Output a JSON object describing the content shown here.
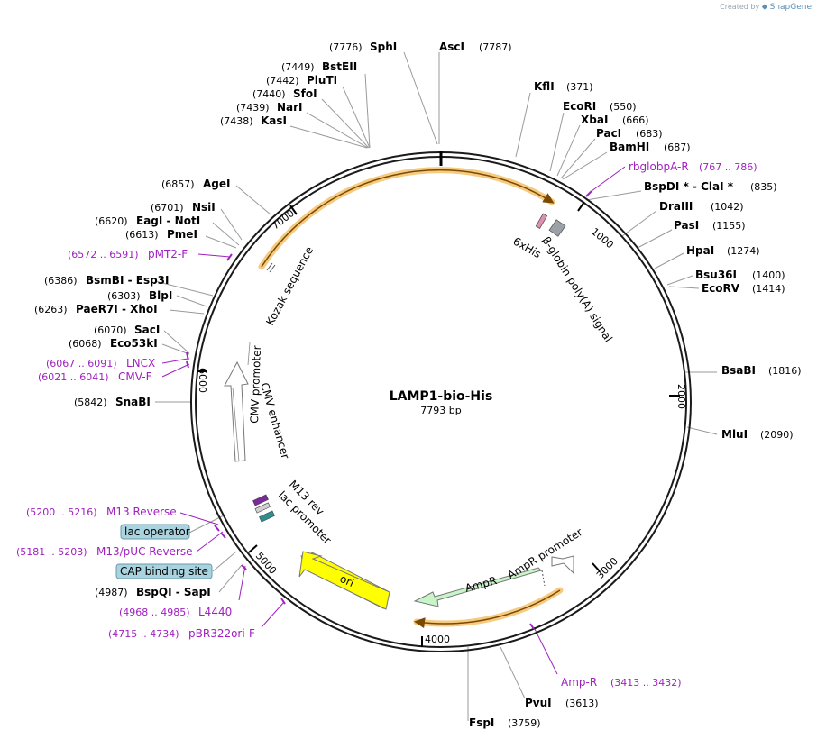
{
  "header": {
    "credit_prefix": "Created by",
    "credit_brand": "SnapGene"
  },
  "plasmid": {
    "name": "LAMP1-bio-His",
    "length_label": "7793 bp"
  },
  "ticks": [
    "1000",
    "2000",
    "3000",
    "4000",
    "5000",
    "6000",
    "7000"
  ],
  "enzymes": [
    {
      "name": "SphI",
      "pos": "(7776)"
    },
    {
      "name": "AscI",
      "pos": "(7787)"
    },
    {
      "name": "BstEII",
      "pos": "(7449)"
    },
    {
      "name": "PluTI",
      "pos": "(7442)"
    },
    {
      "name": "SfoI",
      "pos": "(7440)"
    },
    {
      "name": "NarI",
      "pos": "(7439)"
    },
    {
      "name": "KasI",
      "pos": "(7438)"
    },
    {
      "name": "KflI",
      "pos": "(371)"
    },
    {
      "name": "EcoRI",
      "pos": "(550)"
    },
    {
      "name": "XbaI",
      "pos": "(666)"
    },
    {
      "name": "PacI",
      "pos": "(683)"
    },
    {
      "name": "BamHI",
      "pos": "(687)"
    },
    {
      "name": "BspDI *  -  ClaI *",
      "pos": "(835)"
    },
    {
      "name": "DraIII",
      "pos": "(1042)"
    },
    {
      "name": "PasI",
      "pos": "(1155)"
    },
    {
      "name": "HpaI",
      "pos": "(1274)"
    },
    {
      "name": "Bsu36I",
      "pos": "(1400)"
    },
    {
      "name": "EcoRV",
      "pos": "(1414)"
    },
    {
      "name": "BsaBI",
      "pos": "(1816)"
    },
    {
      "name": "MluI",
      "pos": "(2090)"
    },
    {
      "name": "PvuI",
      "pos": "(3613)"
    },
    {
      "name": "FspI",
      "pos": "(3759)"
    },
    {
      "name": "AgeI",
      "pos": "(6857)"
    },
    {
      "name": "NsiI",
      "pos": "(6701)"
    },
    {
      "name": "EagI  -  NotI",
      "pos": "(6620)"
    },
    {
      "name": "PmeI",
      "pos": "(6613)"
    },
    {
      "name": "BsmBI  -  Esp3I",
      "pos": "(6386)"
    },
    {
      "name": "BlpI",
      "pos": "(6303)"
    },
    {
      "name": "PaeR7I  -  XhoI",
      "pos": "(6263)"
    },
    {
      "name": "SacI",
      "pos": "(6070)"
    },
    {
      "name": "Eco53kI",
      "pos": "(6068)"
    },
    {
      "name": "SnaBI",
      "pos": "(5842)"
    },
    {
      "name": "BspQI  -  SapI",
      "pos": "(4987)"
    }
  ],
  "primers": [
    {
      "name": "rbglobpA-R",
      "range": "(767 .. 786)"
    },
    {
      "name": "pMT2-F",
      "range": "(6572 .. 6591)"
    },
    {
      "name": "LNCX",
      "range": "(6067 .. 6091)"
    },
    {
      "name": "CMV-F",
      "range": "(6021 .. 6041)"
    },
    {
      "name": "M13 Reverse",
      "range": "(5200 .. 5216)"
    },
    {
      "name": "M13/pUC Reverse",
      "range": "(5181 .. 5203)"
    },
    {
      "name": "L4440",
      "range": "(4968 .. 4985)"
    },
    {
      "name": "pBR322ori-F",
      "range": "(4715 .. 4734)"
    },
    {
      "name": "Amp-R",
      "range": "(3413 .. 3432)"
    }
  ],
  "boxed_features": [
    "lac operator",
    "CAP binding site"
  ],
  "features": {
    "sixhis": "6xHis",
    "bglobin": "β-globin poly(A) signal",
    "kozak": "Kozak sequence",
    "cmv_promoter": "CMV promoter",
    "cmv_enhancer": "CMV enhancer",
    "m13rev": "M13 rev",
    "lac_promoter": "lac promoter",
    "ori": "ori",
    "ampr": "AmpR",
    "ampr_promoter": "AmpR promoter"
  },
  "colors": {
    "backbone": "#1a1a1a",
    "enzyme_line": "#999999",
    "primer": "#a020c0",
    "orf_highlight": "#f5c26b",
    "ori": "#ffff00",
    "ampr": "#c8f5c8",
    "promoter": "#ffffff",
    "boxed_feature": "#a9d3df"
  }
}
